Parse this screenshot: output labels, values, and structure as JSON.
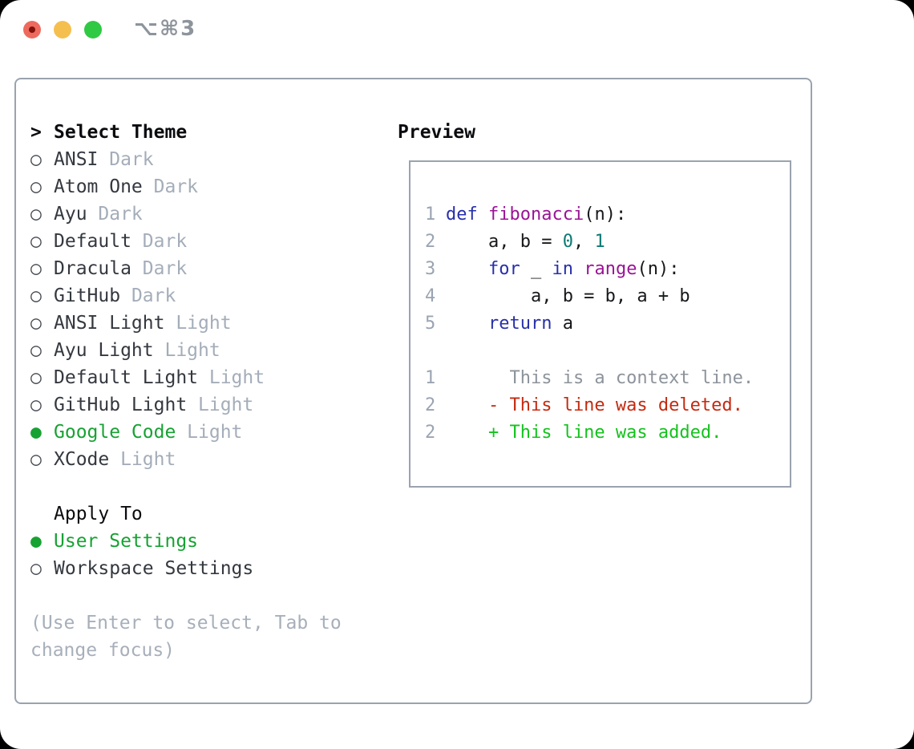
{
  "window": {
    "title": "⌥⌘3",
    "traffic_lights": {
      "close": "close",
      "minimize": "minimize",
      "zoom": "zoom"
    }
  },
  "markers": {
    "selected": "●",
    "unselected": "○"
  },
  "theme_selector": {
    "header": {
      "prefix": ">",
      "label": "Select Theme"
    },
    "items": [
      {
        "name": "ANSI",
        "variant": "Dark",
        "selected": false
      },
      {
        "name": "Atom One",
        "variant": "Dark",
        "selected": false
      },
      {
        "name": "Ayu",
        "variant": "Dark",
        "selected": false
      },
      {
        "name": "Default",
        "variant": "Dark",
        "selected": false
      },
      {
        "name": "Dracula",
        "variant": "Dark",
        "selected": false
      },
      {
        "name": "GitHub",
        "variant": "Dark",
        "selected": false
      },
      {
        "name": "ANSI Light",
        "variant": "Light",
        "selected": false
      },
      {
        "name": "Ayu Light",
        "variant": "Light",
        "selected": false
      },
      {
        "name": "Default Light",
        "variant": "Light",
        "selected": false
      },
      {
        "name": "GitHub Light",
        "variant": "Light",
        "selected": false
      },
      {
        "name": "Google Code",
        "variant": "Light",
        "selected": true
      },
      {
        "name": "XCode",
        "variant": "Light",
        "selected": false
      }
    ]
  },
  "apply_to": {
    "label": "Apply To",
    "options": [
      {
        "name": "User Settings",
        "selected": true
      },
      {
        "name": "Workspace Settings",
        "selected": false
      }
    ]
  },
  "help_lines": [
    "(Use Enter to select, Tab to",
    "change focus)"
  ],
  "preview": {
    "label": "Preview",
    "lines": [
      {
        "kind": "code",
        "num": "1",
        "segments": [
          {
            "t": "def",
            "c": "kw"
          },
          {
            "t": " ",
            "c": "pl"
          },
          {
            "t": "fibonacci",
            "c": "fn"
          },
          {
            "t": "(n):",
            "c": "pl"
          }
        ]
      },
      {
        "kind": "code",
        "num": "2",
        "segments": [
          {
            "t": "    a, b = ",
            "c": "pl"
          },
          {
            "t": "0",
            "c": "lit"
          },
          {
            "t": ", ",
            "c": "pl"
          },
          {
            "t": "1",
            "c": "lit"
          }
        ]
      },
      {
        "kind": "code",
        "num": "3",
        "segments": [
          {
            "t": "    ",
            "c": "pl"
          },
          {
            "t": "for",
            "c": "kw"
          },
          {
            "t": " _ ",
            "c": "pl"
          },
          {
            "t": "in",
            "c": "kw"
          },
          {
            "t": " ",
            "c": "pl"
          },
          {
            "t": "range",
            "c": "fn"
          },
          {
            "t": "(n):",
            "c": "pl"
          }
        ]
      },
      {
        "kind": "code",
        "num": "4",
        "segments": [
          {
            "t": "        a, b = b, a + b",
            "c": "pl"
          }
        ]
      },
      {
        "kind": "code",
        "num": "5",
        "segments": [
          {
            "t": "    ",
            "c": "pl"
          },
          {
            "t": "return",
            "c": "kw"
          },
          {
            "t": " a",
            "c": "pl"
          }
        ]
      },
      {
        "kind": "blank",
        "num": "",
        "segments": []
      },
      {
        "kind": "context",
        "num": "1",
        "segments": [
          {
            "t": "      This is a context line.",
            "c": "ctx"
          }
        ]
      },
      {
        "kind": "deleted",
        "num": "2",
        "segments": [
          {
            "t": "    - This line was deleted.",
            "c": "del"
          }
        ]
      },
      {
        "kind": "added",
        "num": "2",
        "segments": [
          {
            "t": "    + This line was added.",
            "c": "add"
          }
        ]
      }
    ]
  },
  "colors": {
    "text-dark": "#34383f",
    "text-black": "#0b0c0f",
    "muted": "#a4adb9",
    "help": "#a7afba",
    "circle": "#464b53",
    "green-sel": "#17a233",
    "border": "#9aa3ae",
    "title-gray": "#8d949c",
    "tl-red": "#ee6a5e",
    "tl-red-dot": "#80120a",
    "tl-yellow": "#f5bf4f",
    "tl-green": "#2fc944",
    "ln": "#9aa4b2",
    "ctx": "#8d939b",
    "del": "#c42a10",
    "add": "#14c21d",
    "kw": "#2830aa",
    "fn": "#9a1496",
    "lit": "#0d7a72",
    "pl": "#17181b"
  }
}
